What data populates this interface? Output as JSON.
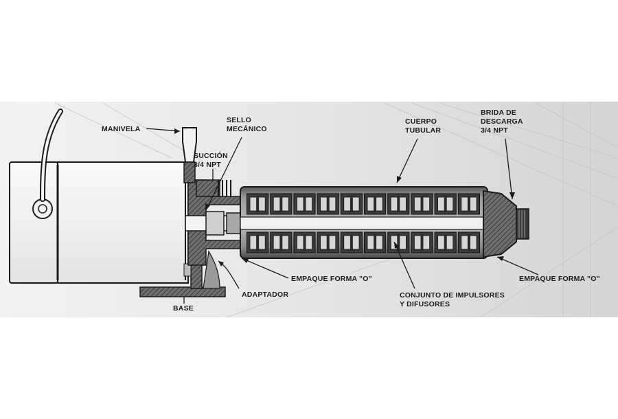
{
  "labels": {
    "manivela": "MANIVELA",
    "sello_1": "SELLO",
    "sello_2": "MECÁNICO",
    "succion_1": "SUCCIÓN",
    "succion_2": "3/4 NPT",
    "cuerpo_1": "CUERPO",
    "cuerpo_2": "TUBULAR",
    "brida_1": "BRIDA DE",
    "brida_2": "DESCARGA",
    "brida_3": "3/4 NPT",
    "base": "BASE",
    "adaptador": "ADAPTADOR",
    "empaque_left": "EMPAQUE FORMA \"O\"",
    "conjunto_1": "CONJUNTO DE IMPULSORES",
    "conjunto_2": "Y DIFUSORES",
    "empaque_right": "EMPAQUE FORMA \"O\""
  },
  "colors": {
    "ink": "#1a1a1a",
    "panel_bg": "#ececec",
    "metal_dark": "#3a3a3a",
    "metal_mid": "#8c8c8c",
    "metal_light": "#d8d8d8"
  },
  "stages": 10
}
